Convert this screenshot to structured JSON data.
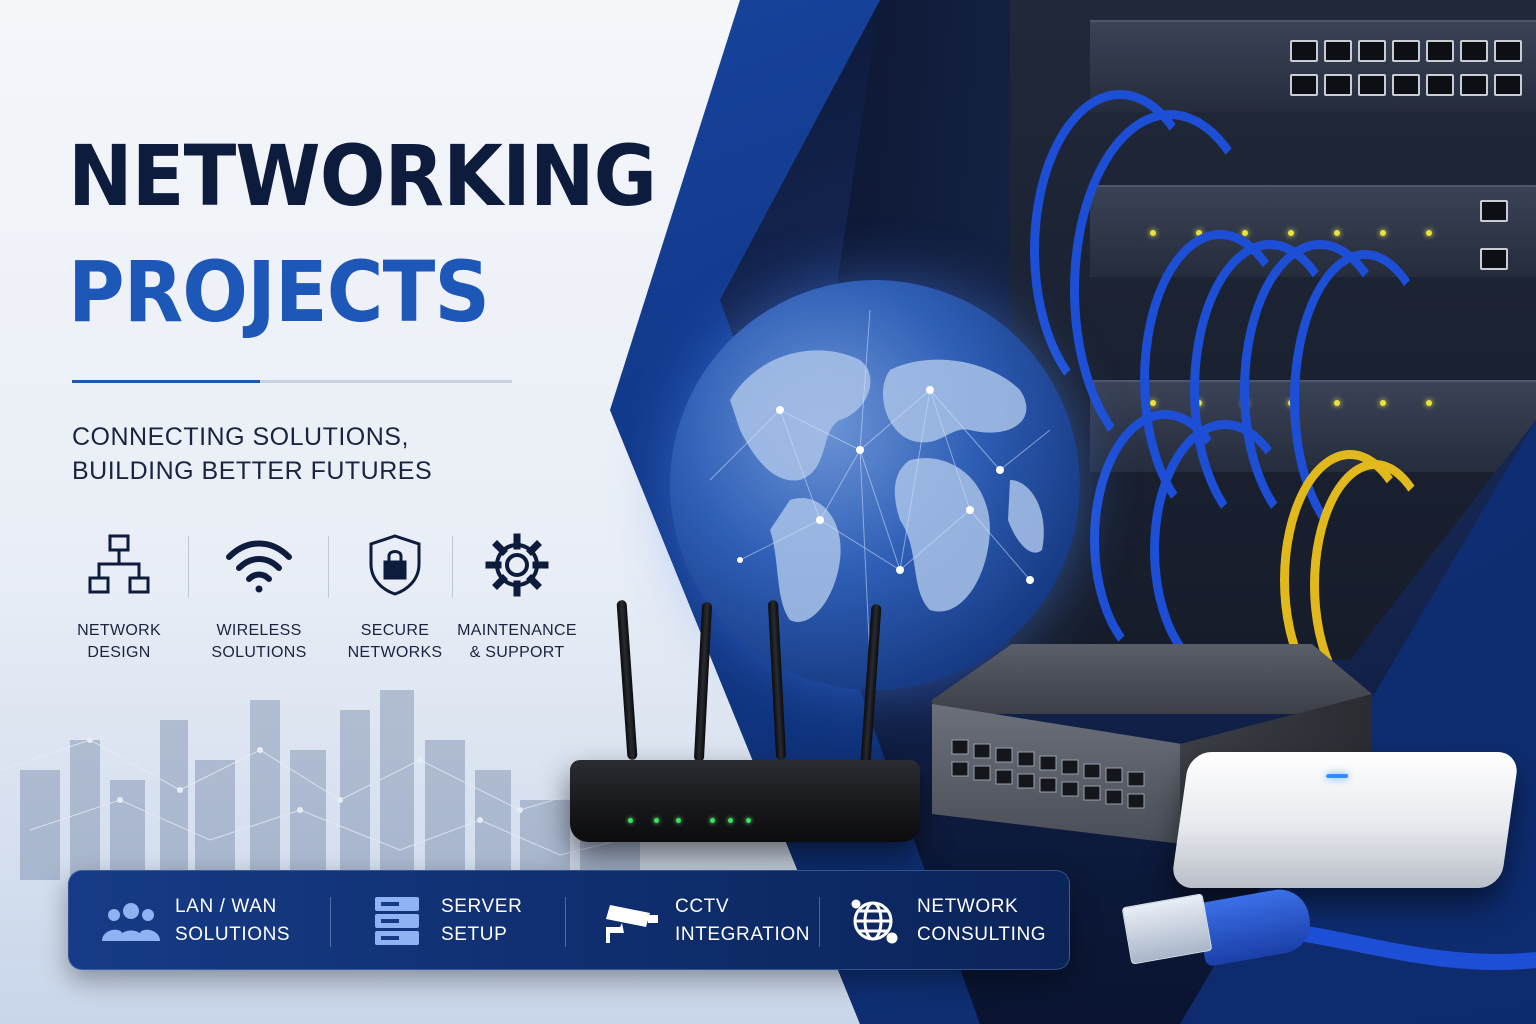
{
  "title": {
    "line1": "NETWORKING",
    "line2": "PROJECTS"
  },
  "tagline": {
    "line1": "CONNECTING SOLUTIONS,",
    "line2": "BUILDING BETTER FUTURES"
  },
  "services": [
    {
      "line1": "NETWORK",
      "line2": "DESIGN",
      "icon": "network-diagram-icon"
    },
    {
      "line1": "WIRELESS",
      "line2": "SOLUTIONS",
      "icon": "wifi-icon"
    },
    {
      "line1": "SECURE",
      "line2": "NETWORKS",
      "icon": "shield-lock-icon"
    },
    {
      "line1": "MAINTENANCE",
      "line2": "& SUPPORT",
      "icon": "gear-icon"
    }
  ],
  "bar": [
    {
      "line1": "LAN / WAN",
      "line2": "SOLUTIONS",
      "icon": "users-icon"
    },
    {
      "line1": "SERVER",
      "line2": "SETUP",
      "icon": "server-icon"
    },
    {
      "line1": "CCTV",
      "line2": "INTEGRATION",
      "icon": "cctv-camera-icon"
    },
    {
      "line1": "NETWORK",
      "line2": "CONSULTING",
      "icon": "globe-network-icon"
    }
  ],
  "colors": {
    "navy": "#0d1b3d",
    "brand_blue": "#1d57b8",
    "bar_blue": "#163b86",
    "cable_blue": "#1d4fd6",
    "cable_yellow": "#e1b91d"
  }
}
